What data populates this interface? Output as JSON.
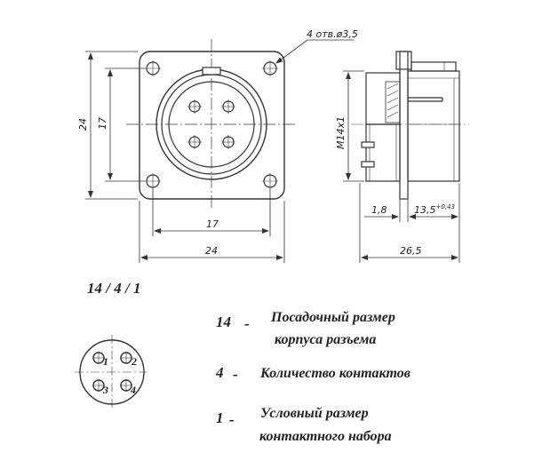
{
  "front_view": {
    "hole_note": "4 отв.ø3,5",
    "dim_height_outer": "24",
    "dim_height_inner": "17",
    "dim_width_inner": "17",
    "dim_width_outer": "24"
  },
  "side_view": {
    "thread": "M14x1",
    "dim_flange": "1,8",
    "dim_body": "13,5",
    "dim_body_tol": "+0,43",
    "dim_total": "26,5"
  },
  "code": "14 / 4 / 1",
  "pins": [
    "1",
    "2",
    "3",
    "4"
  ],
  "legend": [
    {
      "num": "14",
      "dash": "-",
      "line1": "Посадочный размер",
      "line2": "корпуса разъема"
    },
    {
      "num": "4",
      "dash": "-",
      "line1": "Количество контактов",
      "line2": ""
    },
    {
      "num": "1",
      "dash": "-",
      "line1": "Условный размер",
      "line2": "контактного набора"
    }
  ]
}
